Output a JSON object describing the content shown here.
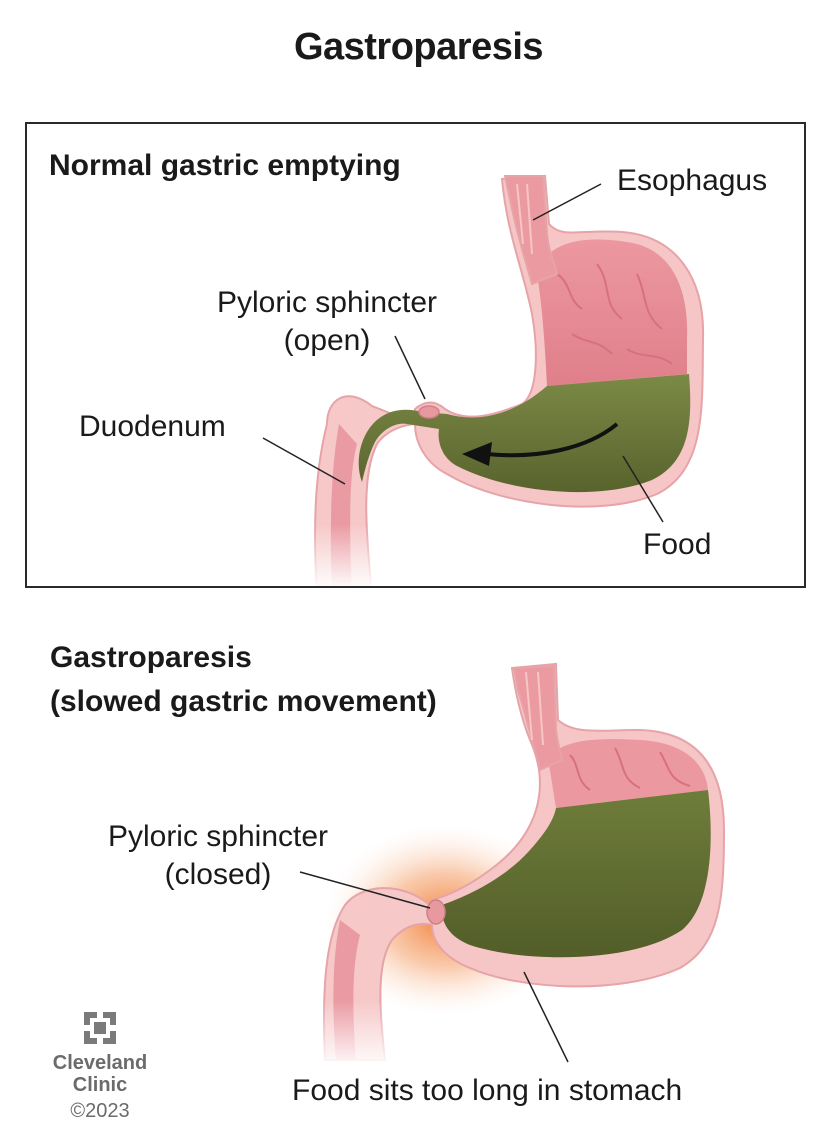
{
  "title": "Gastroparesis",
  "top_panel": {
    "heading": "Normal gastric emptying",
    "labels": {
      "esophagus": "Esophagus",
      "pyloric_line1": "Pyloric sphincter",
      "pyloric_line2": "(open)",
      "duodenum": "Duodenum",
      "food": "Food"
    }
  },
  "bottom_panel": {
    "heading_line1": "Gastroparesis",
    "heading_line2": "(slowed gastric movement)",
    "labels": {
      "pyloric_line1": "Pyloric sphincter",
      "pyloric_line2": "(closed)",
      "food_caption": "Food sits too long in stomach"
    }
  },
  "logo": {
    "name_line1": "Cleveland",
    "name_line2": "Clinic",
    "copyright": "©2023"
  },
  "colors": {
    "stomach_wall": "#f6c5c5",
    "stomach_lining": "#e98b93",
    "food": "#6e7a3e",
    "inflammation": "#f08a3a"
  }
}
